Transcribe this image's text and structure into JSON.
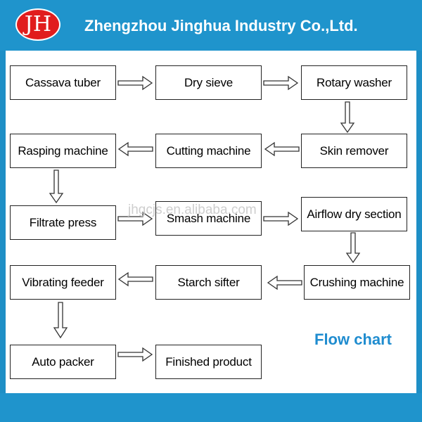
{
  "header": {
    "logo_text": "JH",
    "company": "Zhengzhou Jinghua Industry Co.,Ltd."
  },
  "watermark": "jhgcjs.en.alibaba.com",
  "caption": "Flow chart",
  "nodes": {
    "cassava_tuber": "Cassava tuber",
    "dry_sieve": "Dry sieve",
    "rotary_washer": "Rotary washer",
    "rasping_machine": "Rasping machine",
    "cutting_machine": "Cutting machine",
    "skin_remover": "Skin remover",
    "filtrate_press": "Filtrate press",
    "smash_machine": "Smash machine",
    "airflow_dry_section": "Airflow dry section",
    "vibrating_feeder": "Vibrating feeder",
    "starch_sifter": "Starch sifter",
    "crushing_machine": "Crushing machine",
    "auto_packer": "Auto packer",
    "finished_product": "Finished product"
  },
  "colors": {
    "brand_blue": "#1f94cc",
    "logo_red": "#e11d1d",
    "caption_blue": "#1f8ccf"
  }
}
